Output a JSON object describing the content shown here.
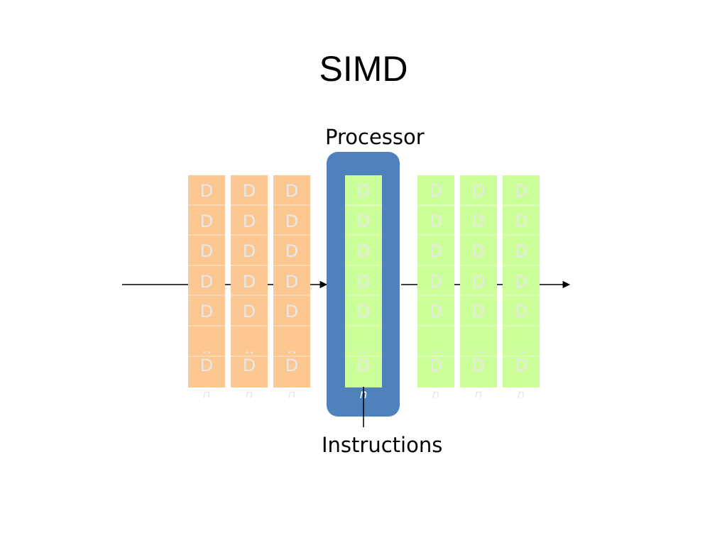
{
  "slide": {
    "title": "SIMD",
    "processor_label": "Processor",
    "instructions_label": "Instructions"
  },
  "data_columns": {
    "cell_glyph": "D",
    "ellipsis_glyph": "..",
    "index_glyph": "n",
    "input_count": 3,
    "output_count": 3,
    "rows_before_ellipsis": 5
  },
  "colors": {
    "input_fill": "#fdc792",
    "processing_fill": "#ccff99",
    "output_fill": "#ccff99",
    "processor_fill": "#4f81bd",
    "glyph_color": "#e8e8e8",
    "arrow_color": "#000000"
  }
}
